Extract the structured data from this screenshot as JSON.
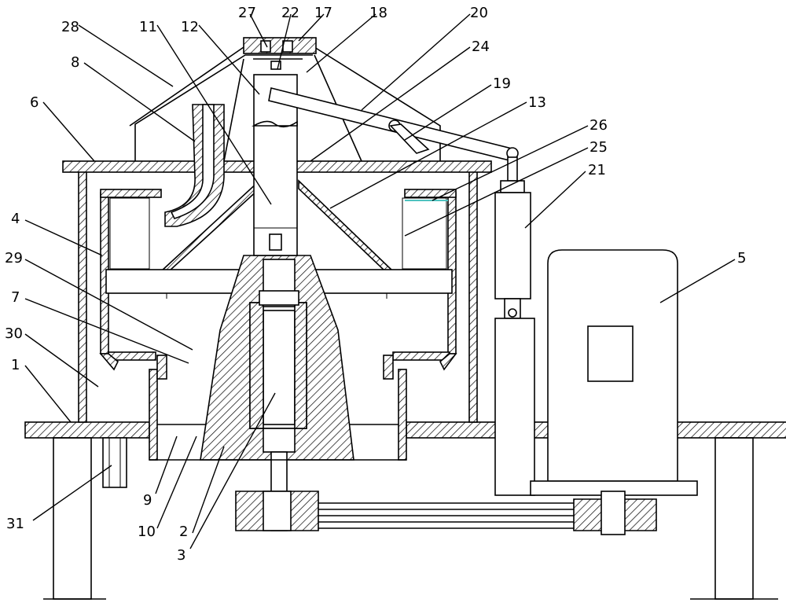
{
  "figure": {
    "labels": [
      "27",
      "22",
      "17",
      "18",
      "20",
      "24",
      "19",
      "28",
      "11",
      "12",
      "8",
      "6",
      "13",
      "26",
      "25",
      "21",
      "4",
      "29",
      "7",
      "30",
      "1",
      "5",
      "9",
      "10",
      "2",
      "3",
      "31"
    ]
  },
  "colors": {
    "line": "#000000",
    "background": "#ffffff",
    "accent_line": "#4fc3c0"
  }
}
